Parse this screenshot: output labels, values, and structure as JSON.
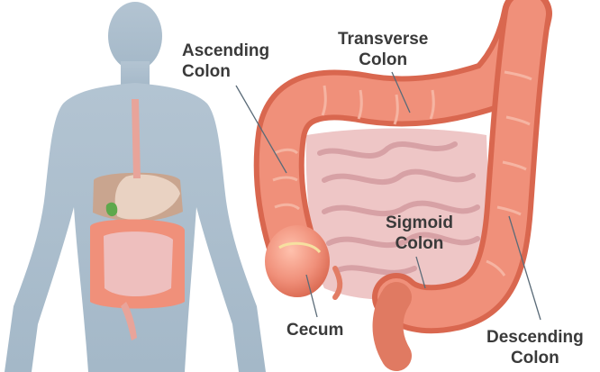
{
  "labels": {
    "ascending": {
      "line1": "Ascending",
      "line2": "Colon"
    },
    "transverse": {
      "line1": "Transverse",
      "line2": "Colon"
    },
    "sigmoid": {
      "line1": "Sigmoid",
      "line2": "Colon"
    },
    "cecum": {
      "line1": "Cecum"
    },
    "descending": {
      "line1": "Descending",
      "line2": "Colon"
    }
  },
  "colors": {
    "silhouette": "#a9bccb",
    "colon": "#f0907a",
    "colon_dark": "#d9674f",
    "small_intestine": "#eec6c6",
    "label_text": "#3a3a3a",
    "leader_line": "#5a6b78"
  }
}
